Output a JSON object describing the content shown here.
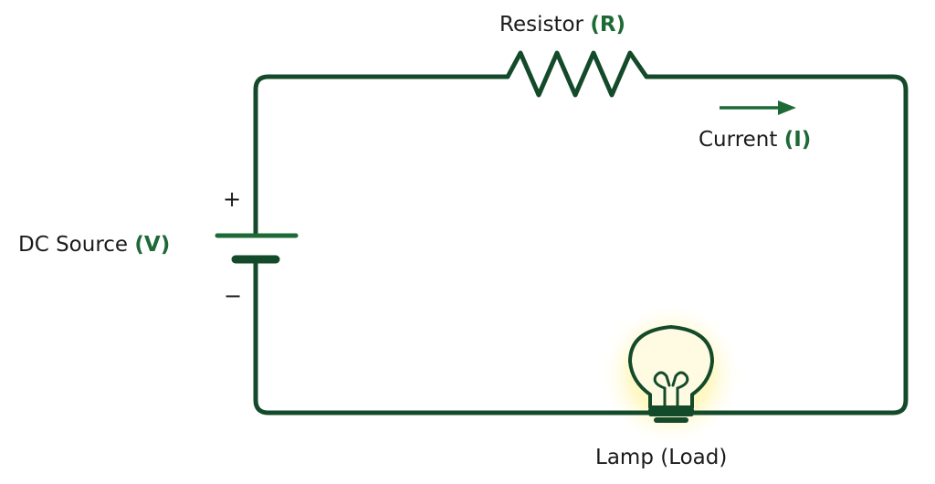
{
  "labels": {
    "resistor": {
      "name": "Resistor",
      "symbol": "(R)"
    },
    "current": {
      "name": "Current",
      "symbol": "(I)"
    },
    "source": {
      "name": "DC Source",
      "symbol": "(V)"
    },
    "lamp": {
      "text": "Lamp (Load)"
    },
    "plus": "+",
    "minus": "−"
  },
  "colors": {
    "wire": "#134a2a",
    "accent": "#1e6a36",
    "glow": "#fff3a8",
    "text": "#1b1b1b"
  }
}
